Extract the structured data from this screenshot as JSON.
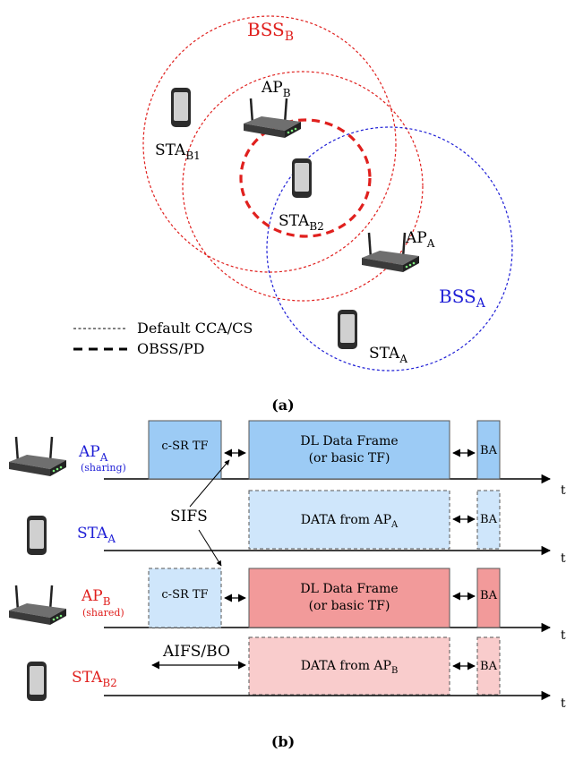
{
  "panel_a": {
    "caption": "(a)",
    "bss_b_label": {
      "base": "BSS",
      "sub": "B"
    },
    "bss_a_label": {
      "base": "BSS",
      "sub": "A"
    },
    "ap_b_label": {
      "base": "AP",
      "sub": "B"
    },
    "ap_a_label": {
      "base": "AP",
      "sub": "A"
    },
    "sta_b1_label": {
      "base": "STA",
      "sub": "B1"
    },
    "sta_b2_label": {
      "base": "STA",
      "sub": "B2"
    },
    "sta_a_label": {
      "base": "STA",
      "sub": "A"
    },
    "legend": {
      "default": "Default CCA/CS",
      "obss": "OBSS/PD"
    }
  },
  "panel_b": {
    "caption": "(b)",
    "rows": {
      "ap_a": {
        "base": "AP",
        "sub": "A",
        "note": "(sharing)"
      },
      "sta_a": {
        "base": "STA",
        "sub": "A"
      },
      "ap_b": {
        "base": "AP",
        "sub": "B",
        "note": "(shared)"
      },
      "sta_b2": {
        "base": "STA",
        "sub": "B2"
      }
    },
    "frames": {
      "csr_tf": "c-SR TF",
      "dl_line1": "DL Data Frame",
      "dl_line2": "(or basic TF)",
      "data_prefix": "DATA from AP",
      "data_a_sub": "A",
      "data_b_sub": "B",
      "ba": "BA"
    },
    "sifs": "SIFS",
    "aifs": "AIFS/BO",
    "axis_label": "t"
  },
  "colors": {
    "blue": "#1f1fd6",
    "red": "#e0201e",
    "frame_blue": "#9ccbf5",
    "frame_blue_light": "#cfe6fb",
    "frame_red": "#f29a9a",
    "frame_red_light": "#f9cccc"
  }
}
